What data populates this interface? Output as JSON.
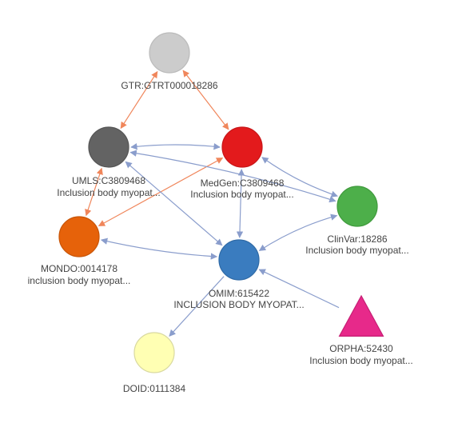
{
  "colors": {
    "edge_default": "#8a9dcc",
    "edge_highlight": "#f0865b"
  },
  "nodes": [
    {
      "id": "gtr",
      "shape": "circle",
      "color": "#cccccc",
      "stroke": "#bbbbbb",
      "label_line1": "GTR:GTRT000018286",
      "label_line2": ""
    },
    {
      "id": "umls",
      "shape": "circle",
      "color": "#636363",
      "stroke": "#555555",
      "label_line1": "UMLS:C3809468",
      "label_line2": "Inclusion body myopat..."
    },
    {
      "id": "medgen",
      "shape": "circle",
      "color": "#e31a1c",
      "stroke": "#c81518",
      "label_line1": "MedGen:C3809468",
      "label_line2": "Inclusion body myopat..."
    },
    {
      "id": "clinvar",
      "shape": "circle",
      "color": "#4daf4a",
      "stroke": "#3f9a3c",
      "label_line1": "ClinVar:18286",
      "label_line2": "Inclusion body myopat..."
    },
    {
      "id": "mondo",
      "shape": "circle",
      "color": "#e6620a",
      "stroke": "#c85508",
      "label_line1": "MONDO:0014178",
      "label_line2": "inclusion body myopat..."
    },
    {
      "id": "omim",
      "shape": "circle",
      "color": "#3a7cbf",
      "stroke": "#2f6aa6",
      "label_line1": "OMIM:615422",
      "label_line2": "INCLUSION BODY MYOPAT..."
    },
    {
      "id": "orpha",
      "shape": "triangle",
      "color": "#e7298a",
      "stroke": "#c61f74",
      "label_line1": "ORPHA:52430",
      "label_line2": "Inclusion body myopat..."
    },
    {
      "id": "doid",
      "shape": "circle",
      "color": "#ffffb3",
      "stroke": "#d9d9a0",
      "label_line1": "DOID:0111384",
      "label_line2": ""
    }
  ],
  "edges": [
    {
      "from": "umls",
      "to": "gtr",
      "bidirectional": true,
      "highlight": true
    },
    {
      "from": "gtr",
      "to": "medgen",
      "bidirectional": true,
      "highlight": true
    },
    {
      "from": "umls",
      "to": "mondo",
      "bidirectional": true,
      "highlight": true
    },
    {
      "from": "mondo",
      "to": "medgen",
      "bidirectional": true,
      "highlight": true
    },
    {
      "from": "umls",
      "to": "medgen",
      "bidirectional": true,
      "highlight": false
    },
    {
      "from": "umls",
      "to": "clinvar",
      "bidirectional": true,
      "highlight": false
    },
    {
      "from": "umls",
      "to": "omim",
      "bidirectional": true,
      "highlight": false
    },
    {
      "from": "medgen",
      "to": "clinvar",
      "bidirectional": true,
      "highlight": false
    },
    {
      "from": "medgen",
      "to": "omim",
      "bidirectional": true,
      "highlight": false
    },
    {
      "from": "clinvar",
      "to": "omim",
      "bidirectional": true,
      "highlight": false
    },
    {
      "from": "mondo",
      "to": "omim",
      "bidirectional": true,
      "highlight": false
    },
    {
      "from": "orpha",
      "to": "omim",
      "bidirectional": false,
      "highlight": false
    },
    {
      "from": "omim",
      "to": "doid",
      "bidirectional": false,
      "highlight": false
    }
  ]
}
